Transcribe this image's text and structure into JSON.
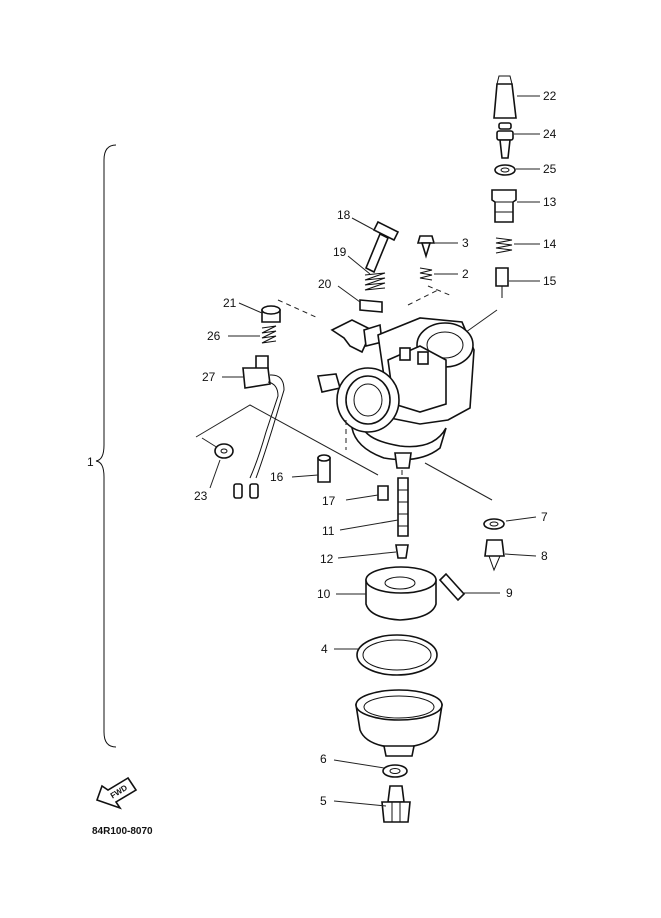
{
  "diagram": {
    "assembly_label": "1",
    "part_number": "84R100-8070",
    "fwd_label": "FWD",
    "callouts": [
      "2",
      "3",
      "4",
      "5",
      "6",
      "7",
      "8",
      "9",
      "10",
      "11",
      "12",
      "13",
      "14",
      "15",
      "16",
      "17",
      "18",
      "19",
      "20",
      "21",
      "22",
      "23",
      "24",
      "25",
      "26",
      "27"
    ]
  }
}
